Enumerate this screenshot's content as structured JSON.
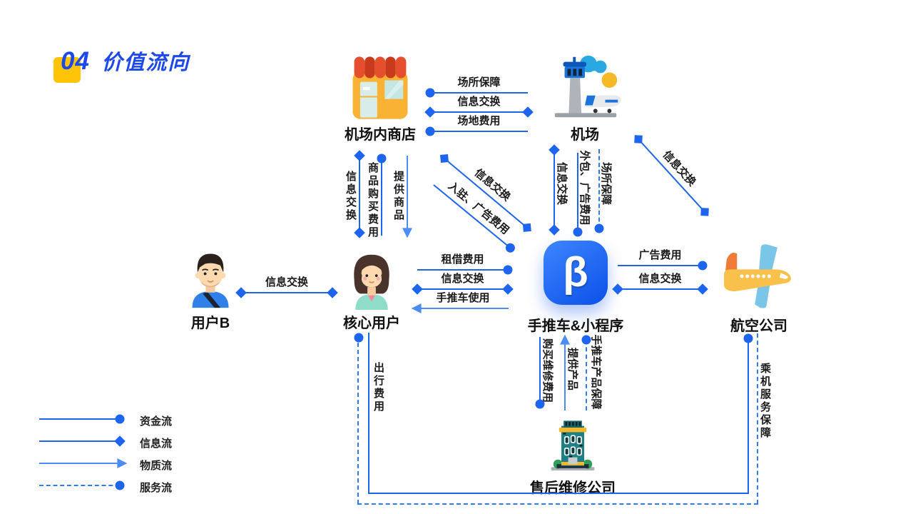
{
  "title": {
    "number": "04",
    "text": "价值流向"
  },
  "entities": {
    "shop": {
      "label": "机场内商店",
      "icon": "storefront-icon"
    },
    "airport": {
      "label": "机场",
      "icon": "control-tower-icon"
    },
    "user_b": {
      "label": "用户B",
      "icon": "male-user-icon"
    },
    "core_user": {
      "label": "核心用户",
      "icon": "female-user-icon"
    },
    "miniapp": {
      "label": "手推车&小程序",
      "icon": "app-logo-icon",
      "logo_letter": "β"
    },
    "airline": {
      "label": "航空公司",
      "icon": "airplane-icon"
    },
    "repair": {
      "label": "售后维修公司",
      "icon": "building-icon"
    }
  },
  "connectors": {
    "venue_support_top": "场所保障",
    "info_exchange_top": "信息交换",
    "venue_fee": "场地费用",
    "info_exchange_users": "信息交换",
    "info_exchange_shop_user": "信息交换",
    "goods_purchase_fee": "商品购买费用",
    "provide_goods": "提供商品",
    "info_exchange_shop_app": "信息交换",
    "entry_ad_fee": "入驻、广告费用",
    "info_exchange_airport_app": "信息交换",
    "outsource_ad_fee": "外包、广告费用",
    "venue_support_airport_app": "场所保障",
    "info_exchange_airport_airline": "信息交换",
    "rental_fee": "租借费用",
    "info_exchange_user_app": "信息交换",
    "cart_use": "手推车使用",
    "ad_fee": "广告费用",
    "info_exchange_app_airline": "信息交换",
    "repair_purchase_fee": "购买维修费用",
    "provide_product": "提供产品",
    "cart_product_support": "手推车产品保障",
    "travel_fee": "出行费用",
    "flight_service_support": "乘机服务保障"
  },
  "legend": {
    "items": [
      {
        "label": "资金流",
        "marker": "dot",
        "line": "solid"
      },
      {
        "label": "信息流",
        "marker": "diamond",
        "line": "solid"
      },
      {
        "label": "物质流",
        "marker": "arrow",
        "line": "solid"
      },
      {
        "label": "服务流",
        "marker": "dot",
        "line": "dashed"
      }
    ]
  },
  "colors": {
    "primary_blue": "#1d65ee",
    "light_blue": "#4b8cf5",
    "service_blue": "#2e7bf3",
    "title_blue": "#1d49e8",
    "accent_yellow": "#ffc408",
    "app_gradient_start": "#3d86ff",
    "app_gradient_end": "#0b50e8"
  }
}
